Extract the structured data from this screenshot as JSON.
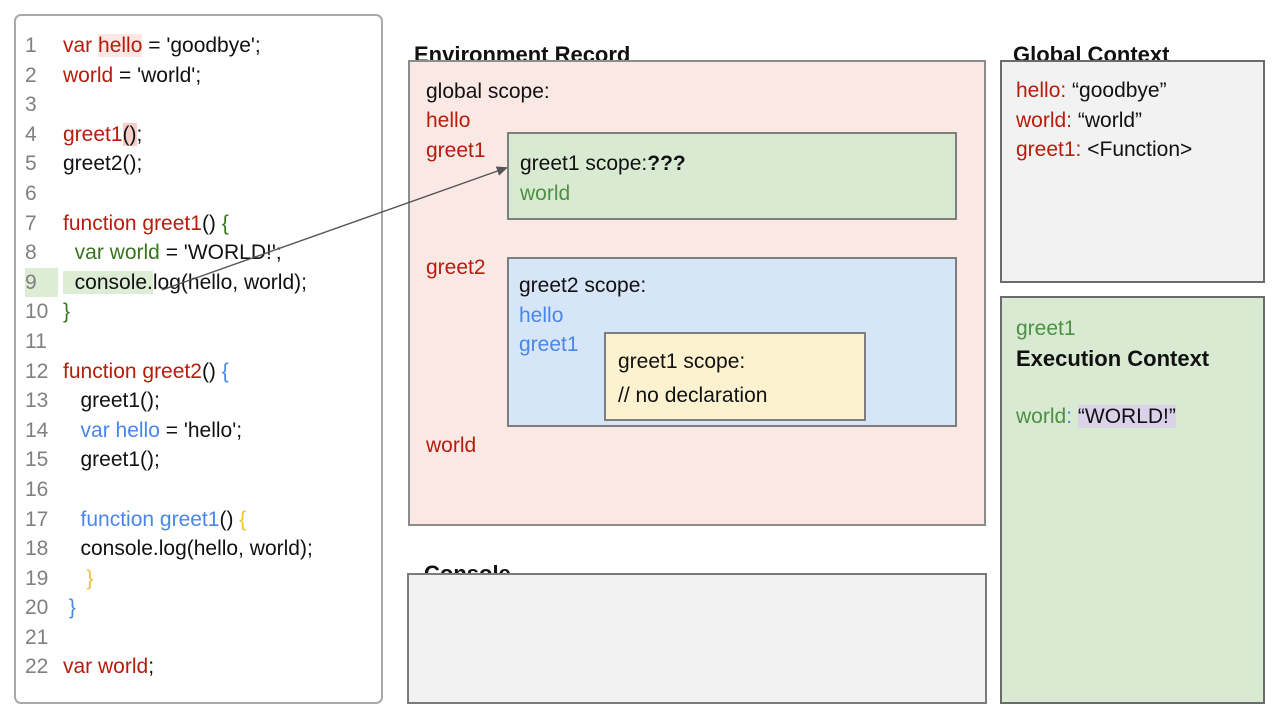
{
  "palette": {
    "red": "#b71c0c",
    "green": "#38761d",
    "soft_green": "#4e8f44",
    "blue": "#4a86e8",
    "orange": "#f1c232",
    "pink_bg": "#fae8e5",
    "green_bg": "#d9ead3",
    "blue_bg": "#d6e5f8",
    "yellow_bg": "#fdf2cf",
    "gray_bg": "#f2f2f2",
    "lavender_hl": "#d9d2e9",
    "green_hl": "#dcecd5",
    "pink_hl": "#f8cdc9"
  },
  "code": {
    "lines": [
      {
        "n": "1",
        "segs": [
          {
            "t": "var ",
            "c": "r"
          },
          {
            "t": "hello",
            "c": "r",
            "h": "hp2"
          },
          {
            "t": " = 'goodbye';",
            "c": "k"
          }
        ]
      },
      {
        "n": "2",
        "segs": [
          {
            "t": "world",
            "c": "r"
          },
          {
            "t": " = 'world';",
            "c": "k"
          }
        ]
      },
      {
        "n": "3",
        "segs": []
      },
      {
        "n": "4",
        "segs": [
          {
            "t": "greet1",
            "c": "r"
          },
          {
            "t": "()",
            "c": "k",
            "h": "hp"
          },
          {
            "t": ";",
            "c": "k"
          }
        ]
      },
      {
        "n": "5",
        "segs": [
          {
            "t": "greet2();",
            "c": "k"
          }
        ]
      },
      {
        "n": "6",
        "segs": []
      },
      {
        "n": "7",
        "segs": [
          {
            "t": "function greet1",
            "c": "r"
          },
          {
            "t": "() ",
            "c": "k"
          },
          {
            "t": "{",
            "c": "g"
          }
        ]
      },
      {
        "n": "8",
        "segs": [
          {
            "t": "  ",
            "c": "k"
          },
          {
            "t": "var world",
            "c": "g"
          },
          {
            "t": " = 'WORLD!';",
            "c": "k"
          }
        ]
      },
      {
        "n": "9",
        "nh": "hg",
        "segs": [
          {
            "t": "  console.",
            "c": "k",
            "h": "hg"
          },
          {
            "t": "log(hello, world);",
            "c": "k"
          }
        ]
      },
      {
        "n": "10",
        "segs": [
          {
            "t": "}",
            "c": "g"
          }
        ]
      },
      {
        "n": "11",
        "segs": []
      },
      {
        "n": "12",
        "segs": [
          {
            "t": "function greet2",
            "c": "r"
          },
          {
            "t": "() ",
            "c": "k"
          },
          {
            "t": "{",
            "c": "b"
          }
        ]
      },
      {
        "n": "13",
        "segs": [
          {
            "t": "   greet1();",
            "c": "k"
          }
        ]
      },
      {
        "n": "14",
        "segs": [
          {
            "t": "   ",
            "c": "k"
          },
          {
            "t": "var hello",
            "c": "b"
          },
          {
            "t": " = 'hello';",
            "c": "k"
          }
        ]
      },
      {
        "n": "15",
        "segs": [
          {
            "t": "   greet1();",
            "c": "k"
          }
        ]
      },
      {
        "n": "16",
        "segs": []
      },
      {
        "n": "17",
        "segs": [
          {
            "t": "   ",
            "c": "k"
          },
          {
            "t": "function greet1",
            "c": "b"
          },
          {
            "t": "() ",
            "c": "k"
          },
          {
            "t": "{",
            "c": "o"
          }
        ]
      },
      {
        "n": "18",
        "segs": [
          {
            "t": "   console.log(hello, world);",
            "c": "k"
          }
        ]
      },
      {
        "n": "19",
        "segs": [
          {
            "t": "    ",
            "c": "k"
          },
          {
            "t": "}",
            "c": "o"
          }
        ]
      },
      {
        "n": "20",
        "segs": [
          {
            "t": " ",
            "c": "k"
          },
          {
            "t": "}",
            "c": "b"
          }
        ]
      },
      {
        "n": "21",
        "segs": []
      },
      {
        "n": "22",
        "segs": [
          {
            "t": "var world",
            "c": "r"
          },
          {
            "t": ";",
            "c": "k"
          }
        ]
      }
    ]
  },
  "environment_record": {
    "title": "Environment Record",
    "global_scope_label": "global scope:",
    "var_hello": "hello",
    "var_greet1": "greet1",
    "var_greet2": "greet2",
    "var_world": "world",
    "greet1_scope": {
      "label": "greet1 scope:",
      "question": "???",
      "var_world": "world"
    },
    "greet2_scope": {
      "label": "greet2 scope:",
      "var_hello": "hello",
      "var_greet1": "greet1",
      "inner_greet1_scope": {
        "label": "greet1 scope:",
        "comment": "// no declaration"
      }
    }
  },
  "console_panel": {
    "title": "Console"
  },
  "global_context": {
    "title": "Global Context",
    "entries": [
      {
        "label": "hello:",
        "value": " “goodbye”"
      },
      {
        "label": "world:",
        "value": " “world”"
      },
      {
        "label": "greet1:",
        "value": " <Function>"
      }
    ]
  },
  "execution_context": {
    "fn_name": "greet1",
    "title": "Execution Context",
    "var_label": "world",
    "colon": ":",
    "value": "“WORLD!”"
  }
}
